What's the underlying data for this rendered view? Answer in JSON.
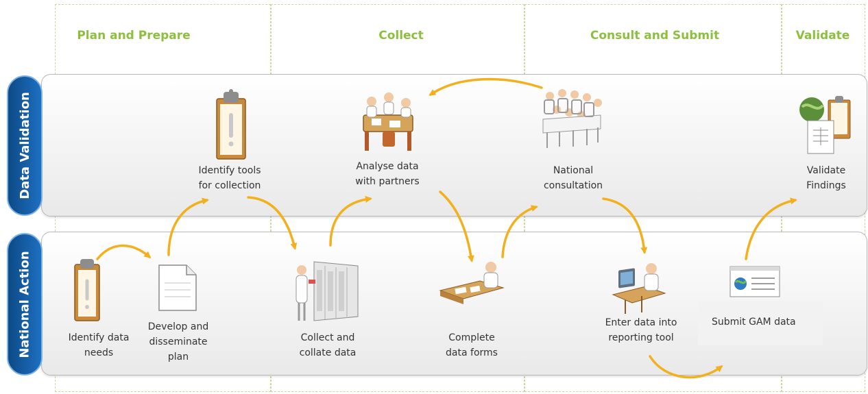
{
  "phases": [
    {
      "id": "plan",
      "title": "Plan and Prepare"
    },
    {
      "id": "collect",
      "title": "Collect"
    },
    {
      "id": "consult",
      "title": "Consult and Submit"
    },
    {
      "id": "validate",
      "title": "Validate"
    }
  ],
  "lanes": {
    "data_validation": "Data Validation",
    "national_action": "National Action"
  },
  "steps": {
    "identify_data_needs": "Identify data\nneeds",
    "develop_plan": "Develop and\ndisseminate\nplan",
    "identify_tools": "Identify tools\nfor collection",
    "collect_collate": "Collect and\ncollate data",
    "analyse_data": "Analyse data\nwith partners",
    "complete_forms": "Complete\ndata forms",
    "national_consultation": "National\nconsultation",
    "enter_data": "Enter data into\nreporting tool",
    "submit_gam": "Submit GAM data",
    "validate_findings": "Validate\nFindings"
  },
  "colors": {
    "phase_title": "#8dbf3f",
    "lane_label": "#1560a8",
    "arrow": "#f2b01e",
    "phase_border": "#c9d8a3"
  }
}
